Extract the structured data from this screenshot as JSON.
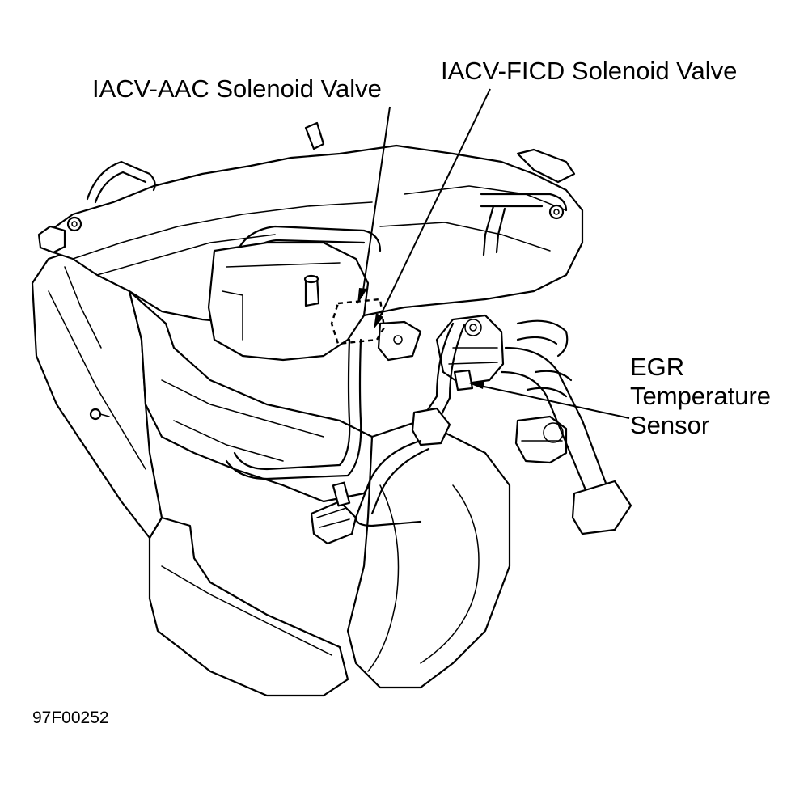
{
  "labels": {
    "iacv_aac": "IACV-AAC Solenoid Valve",
    "iacv_ficd": "IACV-FICD Solenoid Valve",
    "egr_line1": "EGR",
    "egr_line2": "Temperature",
    "egr_line3": "Sensor"
  },
  "figure_id": "97F00252"
}
